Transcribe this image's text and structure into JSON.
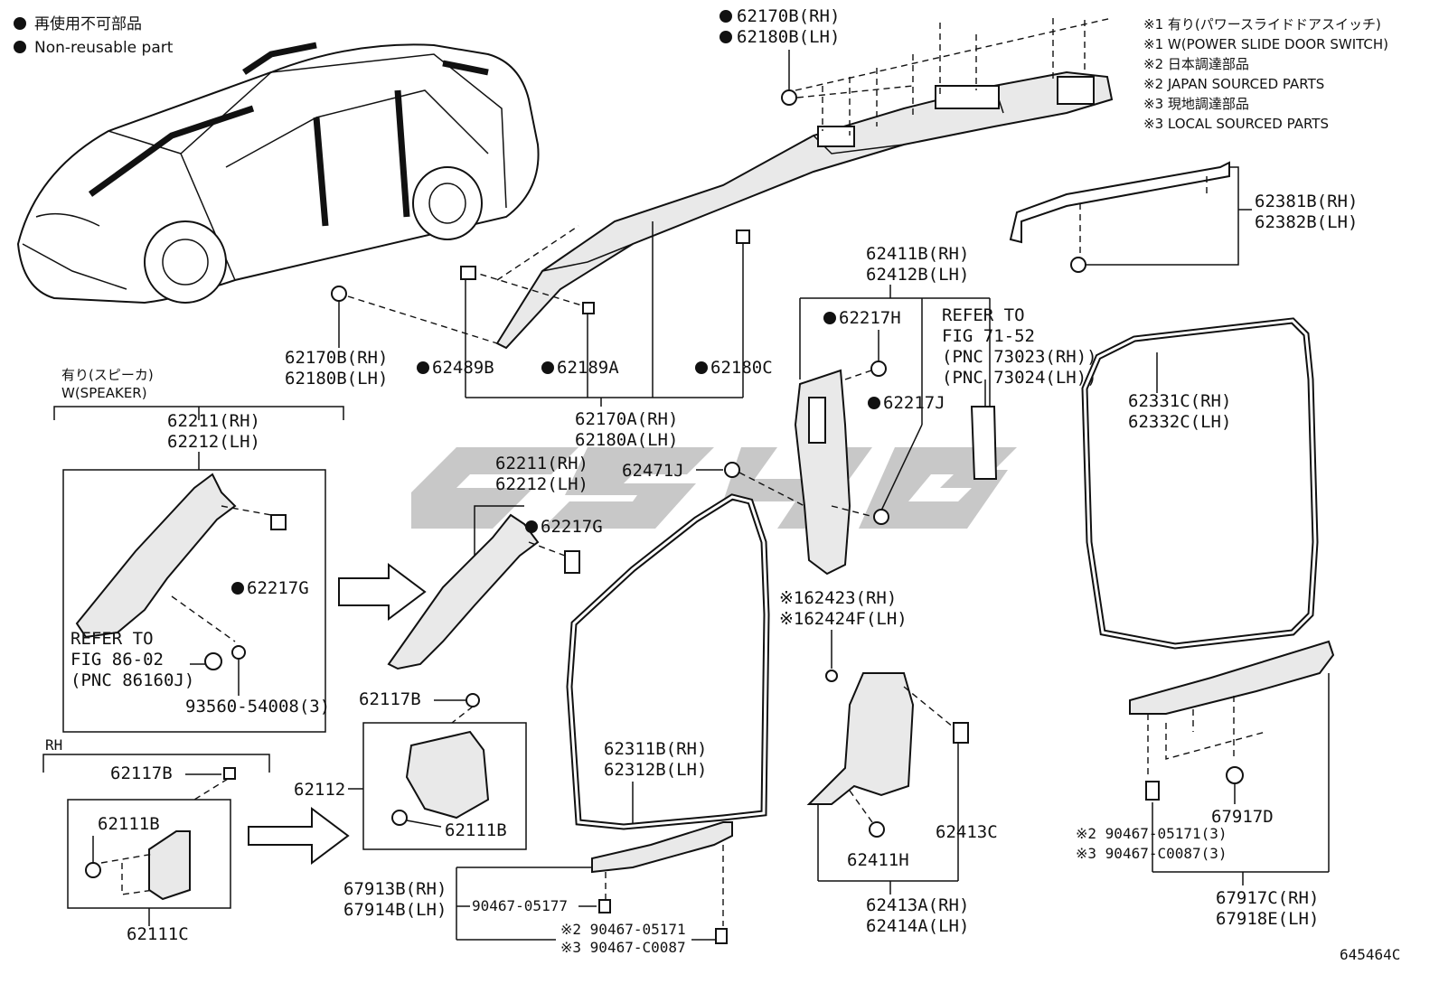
{
  "legend": {
    "jp": "再使用不可部品",
    "en": "Non-reusable part"
  },
  "notes": [
    "※1 有り(パワースライドドアスイッチ)",
    "※1 W(POWER SLIDE DOOR SWITCH)",
    "※2 日本調達部品",
    "※2 JAPAN SOURCED PARTS",
    "※3 現地調達部品",
    "※3 LOCAL SOURCED PARTS"
  ],
  "labels": {
    "top_clip_rh": "62170B(RH)",
    "top_clip_lh": "62180B(LH)",
    "left_clip_rh": "62170B(RH)",
    "left_clip_lh": "62180B(LH)",
    "p62489b": "62489B",
    "p62189a": "62189A",
    "p62180c": "62180C",
    "roof_rail_rh": "62170A(RH)",
    "roof_rail_lh": "62180A(LH)",
    "quarter_window_rh": "62381B(RH)",
    "quarter_window_lh": "62382B(LH)",
    "bpillar_upper_rh": "62411B(RH)",
    "bpillar_upper_lh": "62412B(LH)",
    "p62217h": "62217H",
    "p62217j": "62217J",
    "refer_71": "REFER TO",
    "refer_71_fig": "FIG 71-52",
    "refer_71_pnc1": "(PNC 73023(RH))",
    "refer_71_pnc2": "(PNC 73024(LH))",
    "speaker_jp": "有り(スピーカ)",
    "speaker_en": "W(SPEAKER)",
    "apillar_box_rh": "62211(RH)",
    "apillar_box_lh": "62212(LH)",
    "p62217g_box": "62217G",
    "refer_86": "REFER TO",
    "refer_86_fig": "FIG 86-02",
    "refer_86_pnc": "(PNC 86160J)",
    "screw_93560": "93560-54008(3)",
    "apillar_rh": "62211(RH)",
    "apillar_lh": "62212(LH)",
    "p62217g": "62217G",
    "p62471j": "62471J",
    "rh_tag": "RH",
    "p62117b_rh": "62117B",
    "p62111b_rh": "62111B",
    "p62111c": "62111C",
    "p62117b": "62117B",
    "p62112": "62112",
    "p62111b": "62111B",
    "front_seal_rh": "62311B(RH)",
    "front_seal_lh": "62312B(LH)",
    "front_scuff_rh": "67913B(RH)",
    "front_scuff_lh": "67914B(LH)",
    "clip_05177": "90467-05177",
    "clip_05171_n": "※2 90467-05171",
    "clip_c0087_n": "※3 90467-C0087",
    "switch_rh": "※162423(RH)",
    "switch_lh": "※162424F(LH)",
    "p62413c": "62413C",
    "p62411h": "62411H",
    "bpillar_lower_rh": "62413A(RH)",
    "bpillar_lower_lh": "62414A(LH)",
    "slide_seal_rh": "62331C(RH)",
    "slide_seal_lh": "62332C(LH)",
    "p67917d": "67917D",
    "rear_clip_05171": "※2 90467-05171(3)",
    "rear_clip_c0087": "※3 90467-C0087(3)",
    "rear_scuff_rh": "67917C(RH)",
    "rear_scuff_lh": "67918E(LH)",
    "figure_code": "645464C"
  }
}
